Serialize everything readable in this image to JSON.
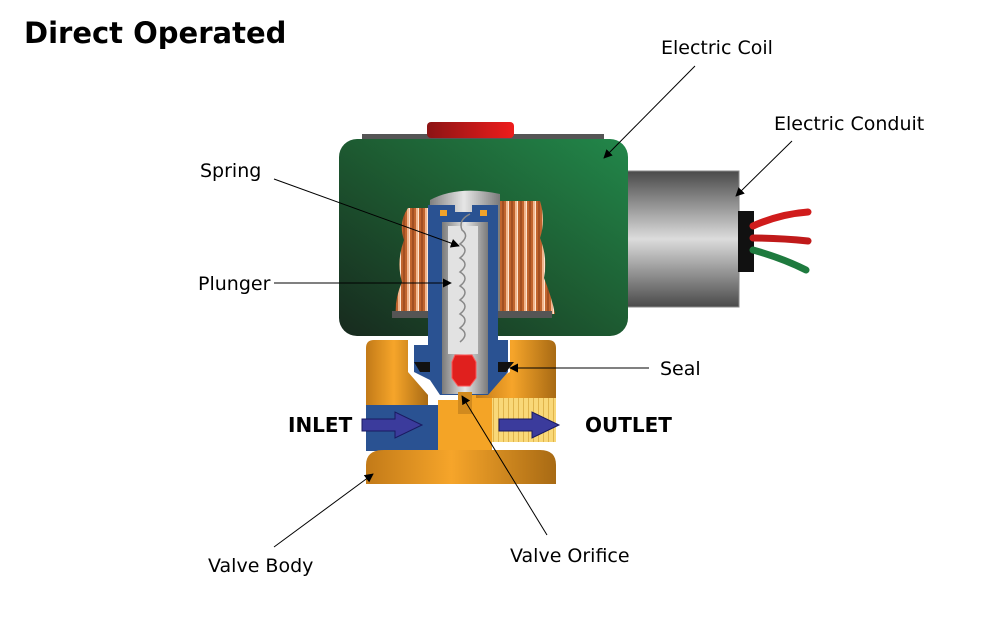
{
  "title": "Direct Operated",
  "labels": {
    "electric_coil": "Electric Coil",
    "electric_conduit": "Electric Conduit",
    "spring": "Spring",
    "plunger": "Plunger",
    "seal": "Seal",
    "inlet": "INLET",
    "outlet": "OUTLET",
    "valve_body": "Valve Body",
    "valve_orifice": "Valve Orifice"
  },
  "colors": {
    "coil_housing": "#1f6b3a",
    "copper_winding": "#c9733e",
    "tube": "#2a5292",
    "valve_body": "#f0a22a",
    "plunger_tip": "#e0201e",
    "flow_arrow": "#3b3b9c",
    "wire_red": "#d01c1c",
    "wire_green": "#1e7a3e"
  }
}
